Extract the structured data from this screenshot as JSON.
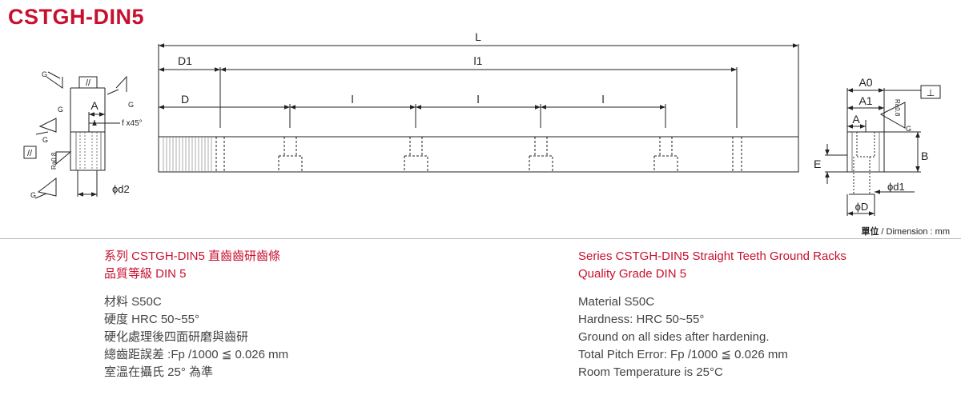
{
  "header": {
    "title": "CSTGH-DIN5"
  },
  "drawing": {
    "labels": {
      "L": "L",
      "l1": "l1",
      "D1": "D1",
      "D": "D",
      "l": "l",
      "A": "A",
      "A0": "A0",
      "A1": "A1",
      "B": "B",
      "E": "E",
      "d1": "ϕd1",
      "dD": "ϕD",
      "d2": "ϕd2",
      "chamfer": "f x45°",
      "g": "G",
      "ra": "Ra0.8",
      "parallel": "//",
      "perp": "⊥"
    }
  },
  "units_note": {
    "label": "單位",
    "text": " / Dimension : mm"
  },
  "spec_cn": {
    "heading1": "系列 CSTGH-DIN5 直齒齒研齒條",
    "heading2": "品質等級 DIN 5",
    "lines": [
      "材料 S50C",
      "硬度 HRC 50~55°",
      "硬化處理後四面研磨與齒研",
      "總齒距誤差 :Fp /1000 ≦ 0.026 mm",
      "室溫在攝氏 25° 為準"
    ]
  },
  "spec_en": {
    "heading1": "Series CSTGH-DIN5  Straight Teeth Ground Racks",
    "heading2": "Quality Grade DIN 5",
    "lines": [
      "Material S50C",
      "Hardness: HRC 50~55°",
      "Ground on all sides after hardening.",
      "Total Pitch Error: Fp /1000 ≦ 0.026 mm",
      "Room Temperature is 25°C"
    ]
  }
}
